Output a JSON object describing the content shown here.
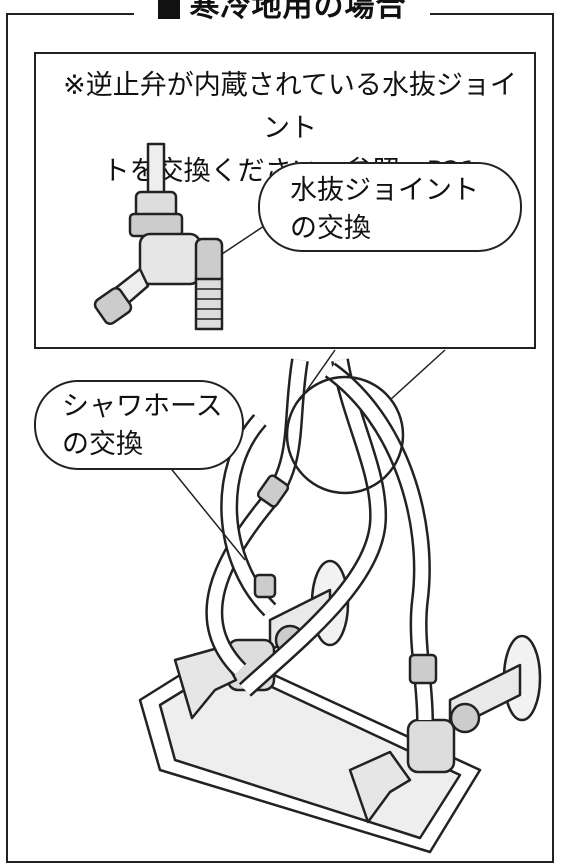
{
  "frame": {
    "title": "寒冷地用の場合"
  },
  "note": {
    "line1": "※逆止弁が内蔵されている水抜ジョイント",
    "line2": "トを交換ください。参照：P21"
  },
  "callout_joint": {
    "line1": "水抜ジョイント",
    "line2": "の交換"
  },
  "callout_hose": {
    "line1": "シャワホース",
    "line2": "の交換"
  },
  "icons": [
    "drain-joint-illustration",
    "faucet-illustration"
  ]
}
